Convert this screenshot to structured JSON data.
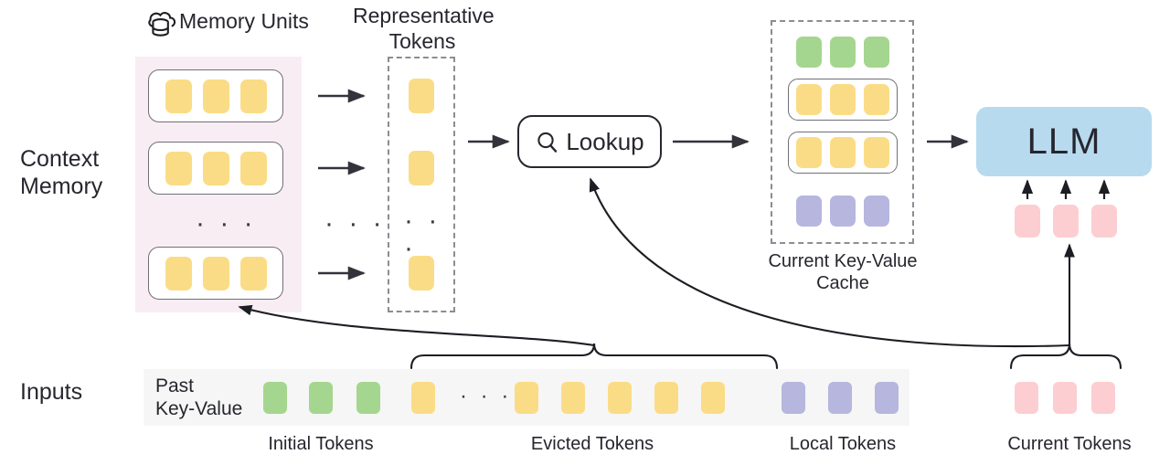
{
  "diagram": {
    "title": "Context Memory LLM KV-cache lookup pipeline",
    "row_labels": {
      "context_memory": "Context\nMemory",
      "inputs": "Inputs"
    },
    "headers": {
      "memory_units": "Memory Units",
      "representative_tokens": "Representative\nTokens",
      "current_kv_cache": "Current Key-Value\nCache"
    },
    "lookup": {
      "label": "Lookup",
      "icon": "magnifier-icon"
    },
    "llm": {
      "label": "LLM"
    },
    "ellipsis": "· · ·",
    "memory_units": [
      {
        "tokens": [
          "yellow",
          "yellow",
          "yellow"
        ]
      },
      {
        "tokens": [
          "yellow",
          "yellow",
          "yellow"
        ]
      },
      {
        "tokens": [
          "yellow",
          "yellow",
          "yellow"
        ]
      }
    ],
    "representative_tokens": [
      "yellow",
      "yellow",
      "yellow"
    ],
    "kv_cache_rows": [
      {
        "color": "green",
        "count": 3,
        "boxed": false
      },
      {
        "color": "yellow",
        "count": 3,
        "boxed": true
      },
      {
        "color": "yellow",
        "count": 3,
        "boxed": true
      },
      {
        "color": "purple",
        "count": 3,
        "boxed": false
      }
    ],
    "llm_input_tokens": [
      "pink",
      "pink",
      "pink"
    ],
    "inputs": {
      "past_kv_label": "Past\nKey-Value",
      "sequence": [
        "green",
        "green",
        "green",
        "yellow",
        "ellipsis",
        "yellow",
        "yellow",
        "yellow",
        "yellow",
        "yellow",
        "purple",
        "purple",
        "purple"
      ],
      "current_tokens": [
        "pink",
        "pink",
        "pink"
      ]
    },
    "bottom_captions": [
      "Initial Tokens",
      "Evicted Tokens",
      "Local Tokens",
      "Current Tokens"
    ],
    "colors": {
      "yellow": "#fbdc86",
      "green": "#a5d68f",
      "purple": "#b6b6df",
      "pink": "#fcced1",
      "llm_blue": "#b7daef",
      "context_panel": "#f9edf4",
      "inputs_strip": "#f5f6f5",
      "stroke": "#26262e",
      "dashed_stroke": "#8c8c94"
    }
  }
}
